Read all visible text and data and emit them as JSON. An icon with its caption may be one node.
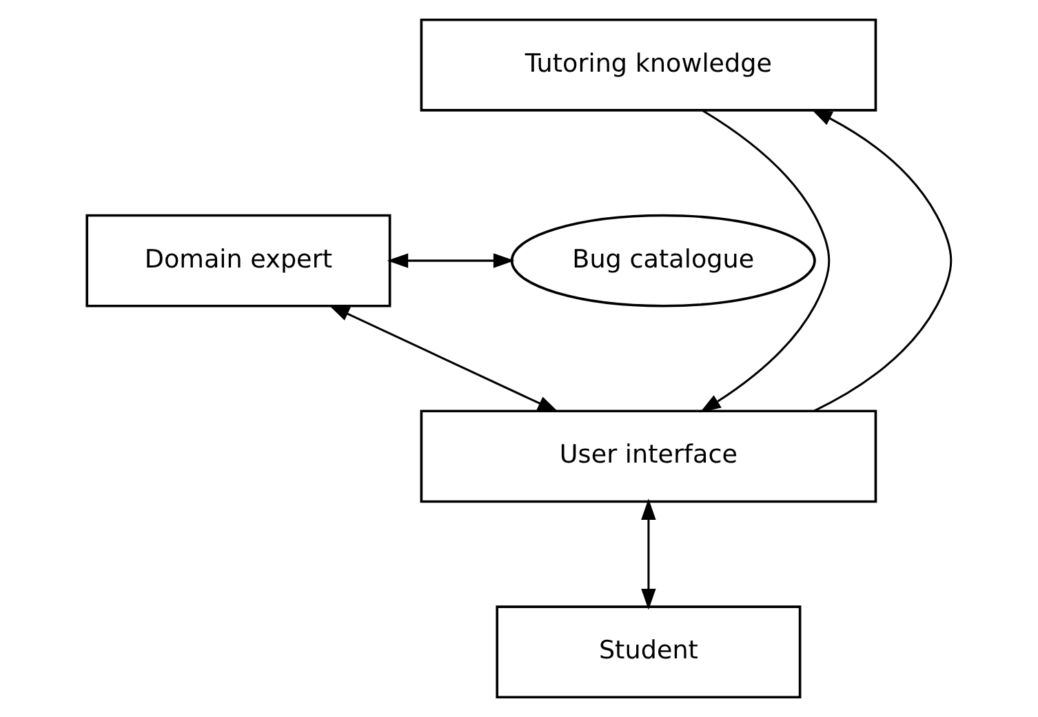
{
  "diagram": {
    "nodes": [
      {
        "text": [
          "Tutoring knowledge"
        ]
      },
      {
        "text": [
          "Domain expert"
        ]
      },
      {
        "text": [
          "Bug catalogue"
        ]
      },
      {
        "text": [
          "User interface"
        ]
      },
      {
        "text": [
          "Student"
        ]
      }
    ],
    "edges": [
      {
        "from": 3,
        "to": 0,
        "arrow": "to"
      },
      {
        "from": 0,
        "to": 3,
        "arrow": "to"
      },
      {
        "from": 1,
        "to": 2,
        "arrow": "both"
      },
      {
        "from": 1,
        "to": 3,
        "arrow": "both"
      },
      {
        "from": 3,
        "to": 4,
        "arrow": "both"
      }
    ]
  }
}
